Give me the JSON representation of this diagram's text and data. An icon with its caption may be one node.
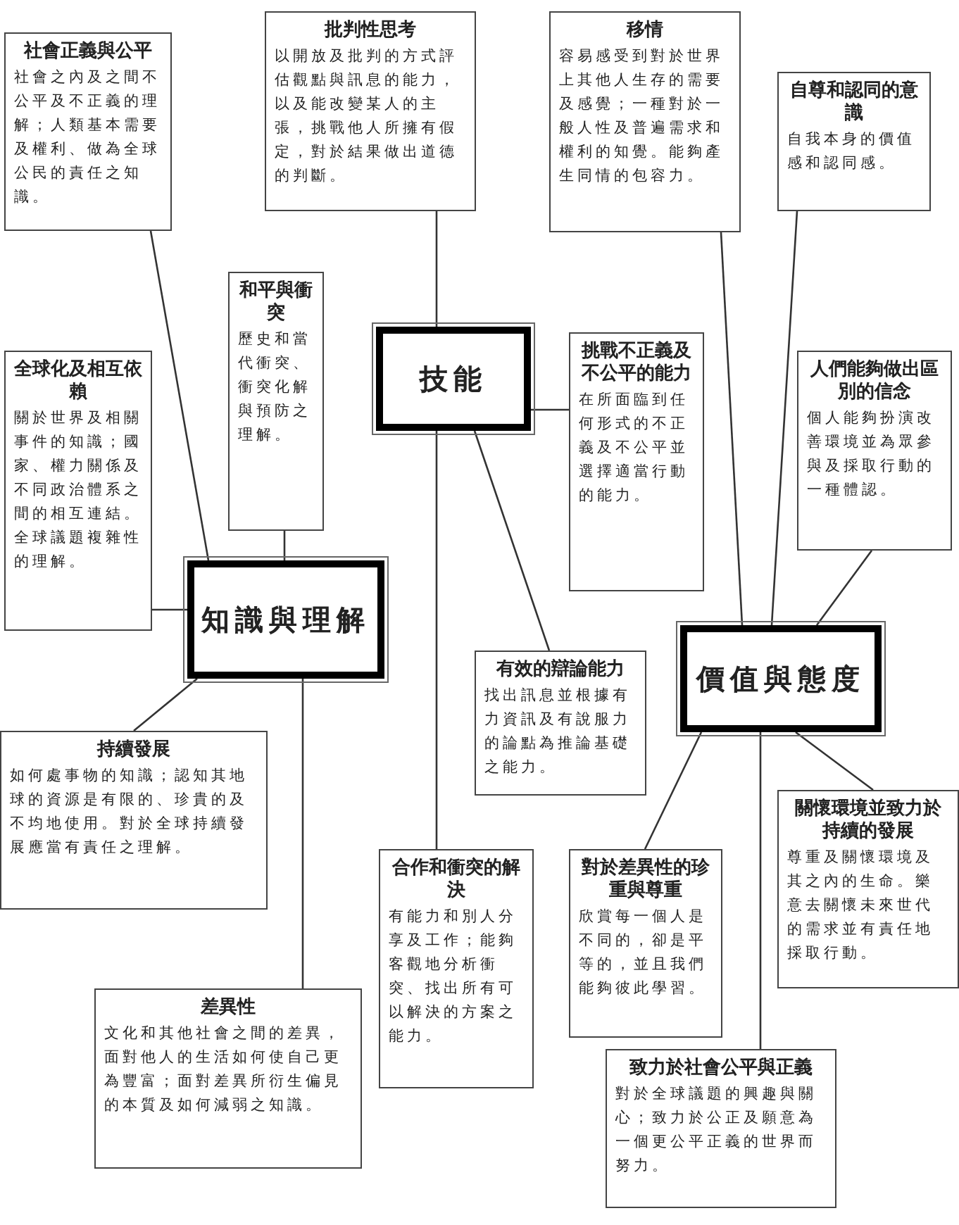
{
  "diagram": {
    "nodes": [
      {
        "text": [
          "社會正義與公平",
          "社會之內及之間不公平及不正義的理解；人類基本需要及權利、做為全球公民的責任之知識。"
        ]
      },
      {
        "text": [
          "批判性思考",
          "以開放及批判的方式評估觀點與訊息的能力，以及能改變某人的主張，挑戰他人所擁有假定，對於結果做出道德的判斷。"
        ]
      },
      {
        "text": [
          "移情",
          "容易感受到對於世界上其他人生存的需要及感覺；一種對於一般人性及普遍需求和權利的知覺。能夠產生同情的包容力。"
        ]
      },
      {
        "text": [
          "自尊和認同的意識",
          "自我本身的價值感和認同感。"
        ]
      },
      {
        "text": [
          "和平與衝突",
          "歷史和當代衝突、衝突化解與預防之理解。"
        ]
      },
      {
        "text": [
          "全球化及相互依賴",
          "關於世界及相關事件的知識；國家、權力關係及不同政治體系之間的相互連結。全球議題複雜性的理解。"
        ]
      },
      {
        "text": [
          "技能"
        ]
      },
      {
        "text": [
          "挑戰不正義及不公平的能力",
          "在所面臨到任何形式的不正義及不公平並選擇適當行動的能力。"
        ]
      },
      {
        "text": [
          "人們能夠做出區別的信念",
          "個人能夠扮演改善環境並為眾參與及採取行動的一種體認。"
        ]
      },
      {
        "text": [
          "知識與理解"
        ]
      },
      {
        "text": [
          "有效的辯論能力",
          "找出訊息並根據有力資訊及有說服力的論點為推論基礎之能力。"
        ]
      },
      {
        "text": [
          "價值與態度"
        ]
      },
      {
        "text": [
          "持續發展",
          "如何處事物的知識；認知其地球的資源是有限的、珍貴的及不均地使用。對於全球持續發展應當有責任之理解。"
        ]
      },
      {
        "text": [
          "合作和衝突的解決",
          "有能力和別人分享及工作；能夠客觀地分析衝突、找出所有可以解決的方案之能力。"
        ]
      },
      {
        "text": [
          "對於差異性的珍重與尊重",
          "欣賞每一個人是不同的，卻是平等的，並且我們能夠彼此學習。"
        ]
      },
      {
        "text": [
          "關懷環境並致力於持續的發展",
          "尊重及關懷環境及其之內的生命。樂意去關懷未來世代的需求並有責任地採取行動。"
        ]
      },
      {
        "text": [
          "差異性",
          "文化和其他社會之間的差異，面對他人的生活如何使自己更為豐富；面對差異所衍生偏見的本質及如何減弱之知識。"
        ]
      },
      {
        "text": [
          "致力於社會公平與正義",
          "對於全球議題的興趣與關心；致力於公正及願意為一個更公平正義的世界而努力。"
        ]
      }
    ],
    "edges": [
      {
        "from": 0,
        "to": 9,
        "arrow": "none"
      },
      {
        "from": 5,
        "to": 9,
        "arrow": "none"
      },
      {
        "from": 4,
        "to": 9,
        "arrow": "none"
      },
      {
        "from": 12,
        "to": 9,
        "arrow": "none"
      },
      {
        "from": 16,
        "to": 9,
        "arrow": "none"
      },
      {
        "from": 1,
        "to": 6,
        "arrow": "none"
      },
      {
        "from": 6,
        "to": 7,
        "arrow": "none"
      },
      {
        "from": 6,
        "to": 10,
        "arrow": "none"
      },
      {
        "from": 6,
        "to": 13,
        "arrow": "none"
      },
      {
        "from": 2,
        "to": 11,
        "arrow": "none"
      },
      {
        "from": 3,
        "to": 11,
        "arrow": "none"
      },
      {
        "from": 8,
        "to": 11,
        "arrow": "none"
      },
      {
        "from": 11,
        "to": 14,
        "arrow": "none"
      },
      {
        "from": 11,
        "to": 17,
        "arrow": "none"
      },
      {
        "from": 11,
        "to": 15,
        "arrow": "none"
      }
    ]
  }
}
